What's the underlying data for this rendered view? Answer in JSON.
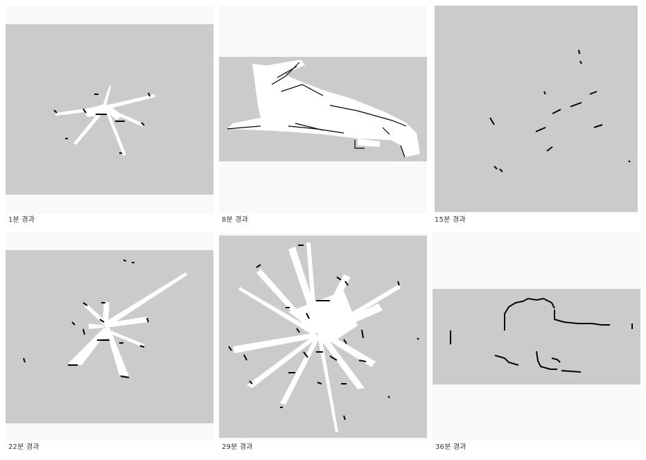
{
  "captions": [
    "1분 경과",
    "8분 경과",
    "15분 경과",
    "22분 경과",
    "29분 경과",
    "36분 경과"
  ],
  "colors": {
    "panel": "#f9f9f8",
    "unknown_area": "#cbcbcb",
    "free_space": "#ffffff",
    "obstacle": "#000000"
  }
}
